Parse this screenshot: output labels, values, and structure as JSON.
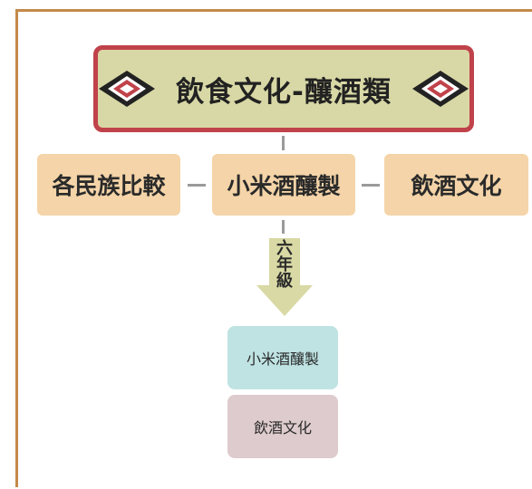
{
  "title": "飲食文化-釀酒類",
  "topics": [
    {
      "label": "各民族比較"
    },
    {
      "label": "小米酒釀製"
    },
    {
      "label": "飲酒文化"
    }
  ],
  "grade": "六年級",
  "sub_items": [
    {
      "label": "小米酒釀製"
    },
    {
      "label": "飲酒文化"
    }
  ],
  "colors": {
    "frame": "#c4894a",
    "title_border": "#c0424a",
    "title_fill": "#d8d8a6",
    "topic_fill": "#f4d4a8",
    "arrow_fill": "#d8d9a4",
    "sub1_fill": "#bfe3e3",
    "sub2_fill": "#decbcd"
  }
}
